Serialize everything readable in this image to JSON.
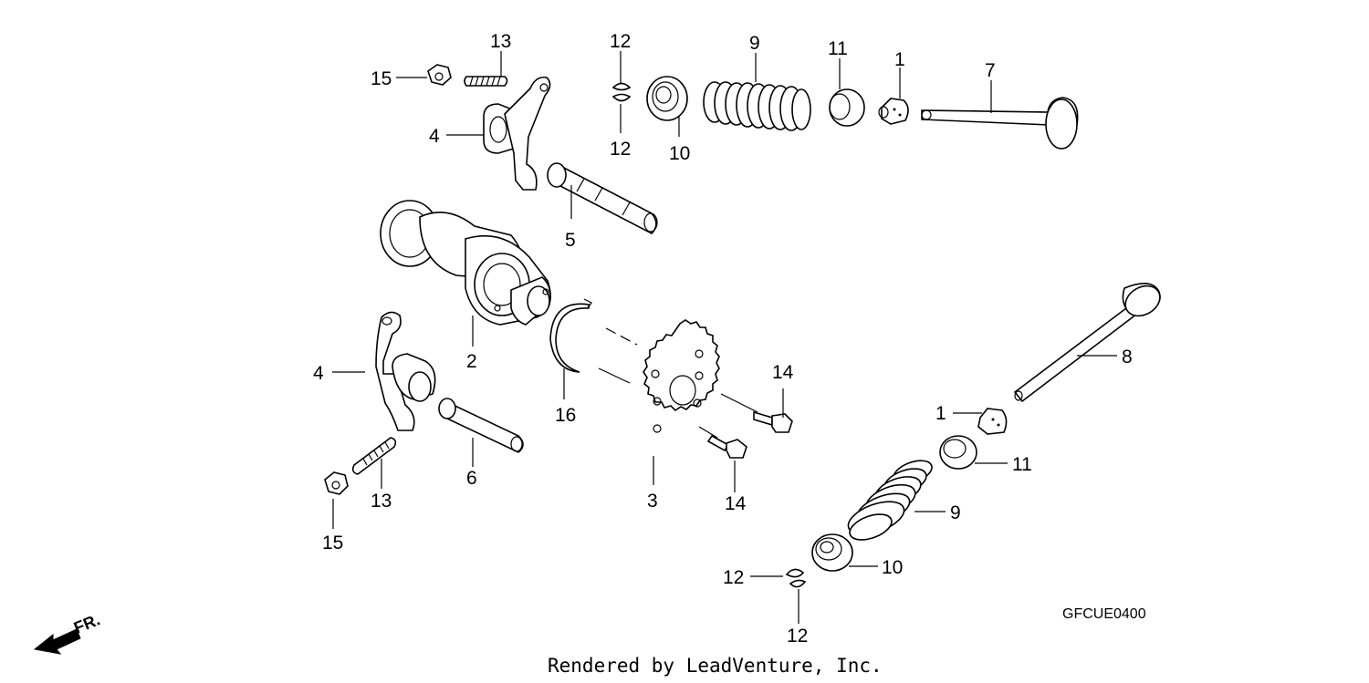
{
  "callouts": {
    "c1a": "1",
    "c1b": "1",
    "c2": "2",
    "c3": "3",
    "c4a": "4",
    "c4b": "4",
    "c5": "5",
    "c6": "6",
    "c7": "7",
    "c8": "8",
    "c9a": "9",
    "c9b": "9",
    "c10a": "10",
    "c10b": "10",
    "c11a": "11",
    "c11b": "11",
    "c12a": "12",
    "c12b": "12",
    "c12c": "12",
    "c12d": "12",
    "c13a": "13",
    "c13b": "13",
    "c14a": "14",
    "c14b": "14",
    "c15a": "15",
    "c15b": "15",
    "c16": "16"
  },
  "diagram_code": "GFCUE0400",
  "front_indicator": "FR.",
  "credit": "Rendered by LeadVenture, Inc."
}
